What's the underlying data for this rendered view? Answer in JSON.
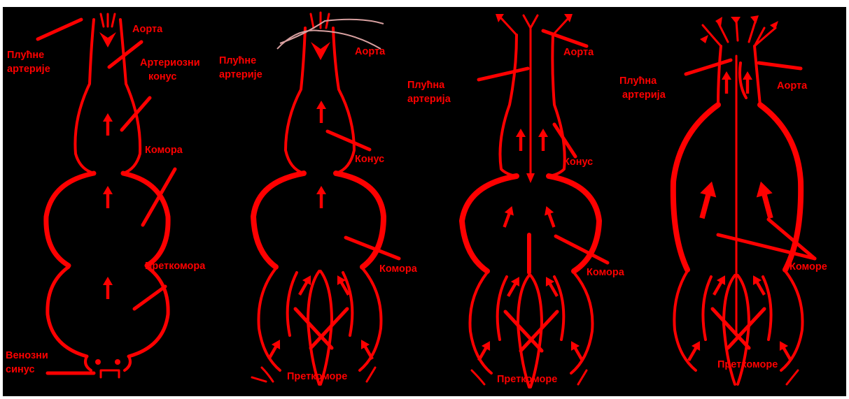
{
  "colors": {
    "background": "#000000",
    "heart": "#ff0000",
    "sketch": "#d8a0a0",
    "page": "#ffffff"
  },
  "panels": [
    {
      "id": "stage-1",
      "labels": {
        "aorta": "Аорта",
        "pulmonary_line1": "Плућне",
        "pulmonary_line2": "артерије",
        "conus_line1": "Артериозни",
        "conus_line2": "конус",
        "ventricle": "Комора",
        "atrium": "Преткомора",
        "sinus_line1": "Венозни",
        "sinus_line2": "синус"
      }
    },
    {
      "id": "stage-2",
      "labels": {
        "pulmonary_line1": "Плућне",
        "pulmonary_line2": "артерије",
        "aorta": "Аорта",
        "conus": "Конус",
        "ventricle": "Комора",
        "atria": "Преткоморе"
      }
    },
    {
      "id": "stage-3",
      "labels": {
        "aorta": "Аорта",
        "pulmonary_line1": "Плућна",
        "pulmonary_line2": "артерија",
        "conus": "Конус",
        "ventricle": "Комора",
        "atria": "Преткоморе"
      }
    },
    {
      "id": "stage-4",
      "labels": {
        "pulmonary_line1": "Плућна",
        "pulmonary_line2": "артерија",
        "aorta": "Аорта",
        "ventricles": "Коморе",
        "atria": "Преткоморе"
      }
    }
  ]
}
